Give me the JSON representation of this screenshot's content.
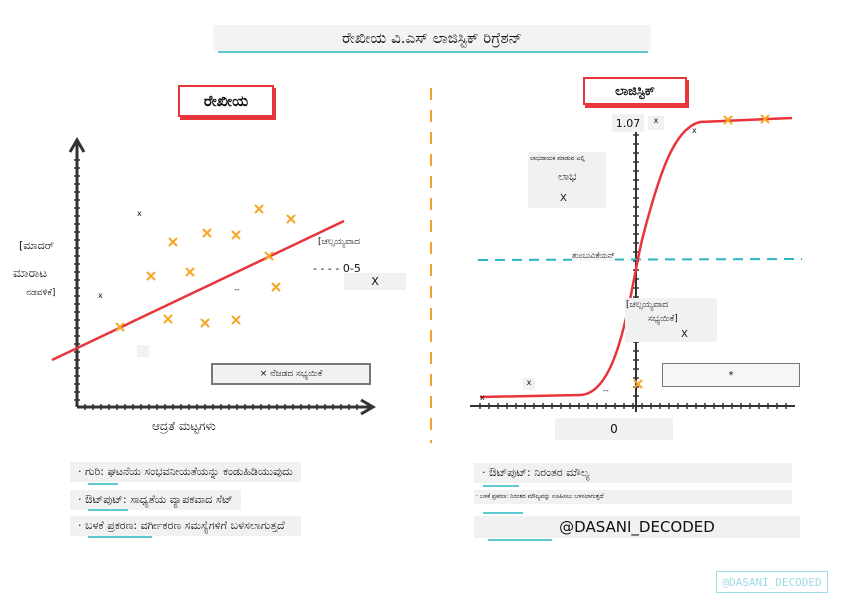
{
  "title": "ರೇಖೀಯ ವಿ.ಎಸ್ ಲಾಜಿಸ್ಟಿಕ್ ರಿಗ್ರೆಶನ್",
  "linear": {
    "tag": "ರೇಖೀಯ",
    "y_label_1": "[ಮಾದರ್",
    "y_label_2": "ಮಾರಾಟ",
    "y_label_3": "ನಡವಳಿಕೆ]",
    "x_label": "ಆದ್ರತೆ ಮಟ್ಟಗಳು",
    "legend_1": "[ಚಲ್ಸಯ್ಯವಾದ",
    "legend_range": "- - - - 0-5",
    "legend_x": "X",
    "note_box": "× ನೆಜಡದ ಸಭ್ಯಯಿಕೆ",
    "small_x1": "x",
    "small_x2": "x",
    "small_x3": "--"
  },
  "logistic": {
    "tag": "ಲಾಜಿಸ್ಟಿಕ್",
    "y_top": "1.07",
    "y_top_x": "x",
    "label_1": "ಲಾಭದಾಯಕ ಮಾಡುವ ಎಲ್ಲಿ",
    "label_2": "ಲಾಭ",
    "label_3": "X",
    "threshold": "ತುಂಬುವಿಕೆಯನ್",
    "mid_1": "[ಚಲ್ಸಯ್ಯವಾದ",
    "mid_2": "ಸಭ್ಯಯಿಕೆ]",
    "mid_x": "X",
    "zero": "0",
    "box_star": "*",
    "small_x_left": "x",
    "small_x_a": "x",
    "small_x_b": "--",
    "small_x_top": "x"
  },
  "bullets_left": [
    "· ಗುರಿ: ಘಟನೆಯ ಸಂಭವನೀಯತೆಯನ್ನು ಕಂಡುಹಿಡಿಯುವುದು",
    "· ಔಟ್‌ಪುಟ್: ಸಾಧ್ಯತೆಯ ವ್ಯಾಪಕವಾದ ಸೆಟ್",
    "· ಬಳಕೆ ಪ್ರಕರಣ: ವರ್ಗೀಕರಣ ಸಮಸ್ಯೆಗಳಿಗೆ ಬಳಸಲಾಗುತ್ತದೆ"
  ],
  "bullets_right": [
    "· ಔಟ್‌ಪುಟ್: ನಿರಂತರ ಮೌಲ್ಯ",
    "· ಬಳಕೆ ಪ್ರಕರಣ: ನಿರಂತರ ಮೌಲ್ಯವನ್ನು ಊಹಿಸಲು ಬಳಸಲಾಗುತ್ತದೆ"
  ],
  "handle": "@DASANI_DECODED",
  "watermark": "@DASANI_DECODED",
  "colors": {
    "accent": "#5fc9d2",
    "line": "#e8343b",
    "points": "#f5a623",
    "divider": "#f0a030"
  }
}
